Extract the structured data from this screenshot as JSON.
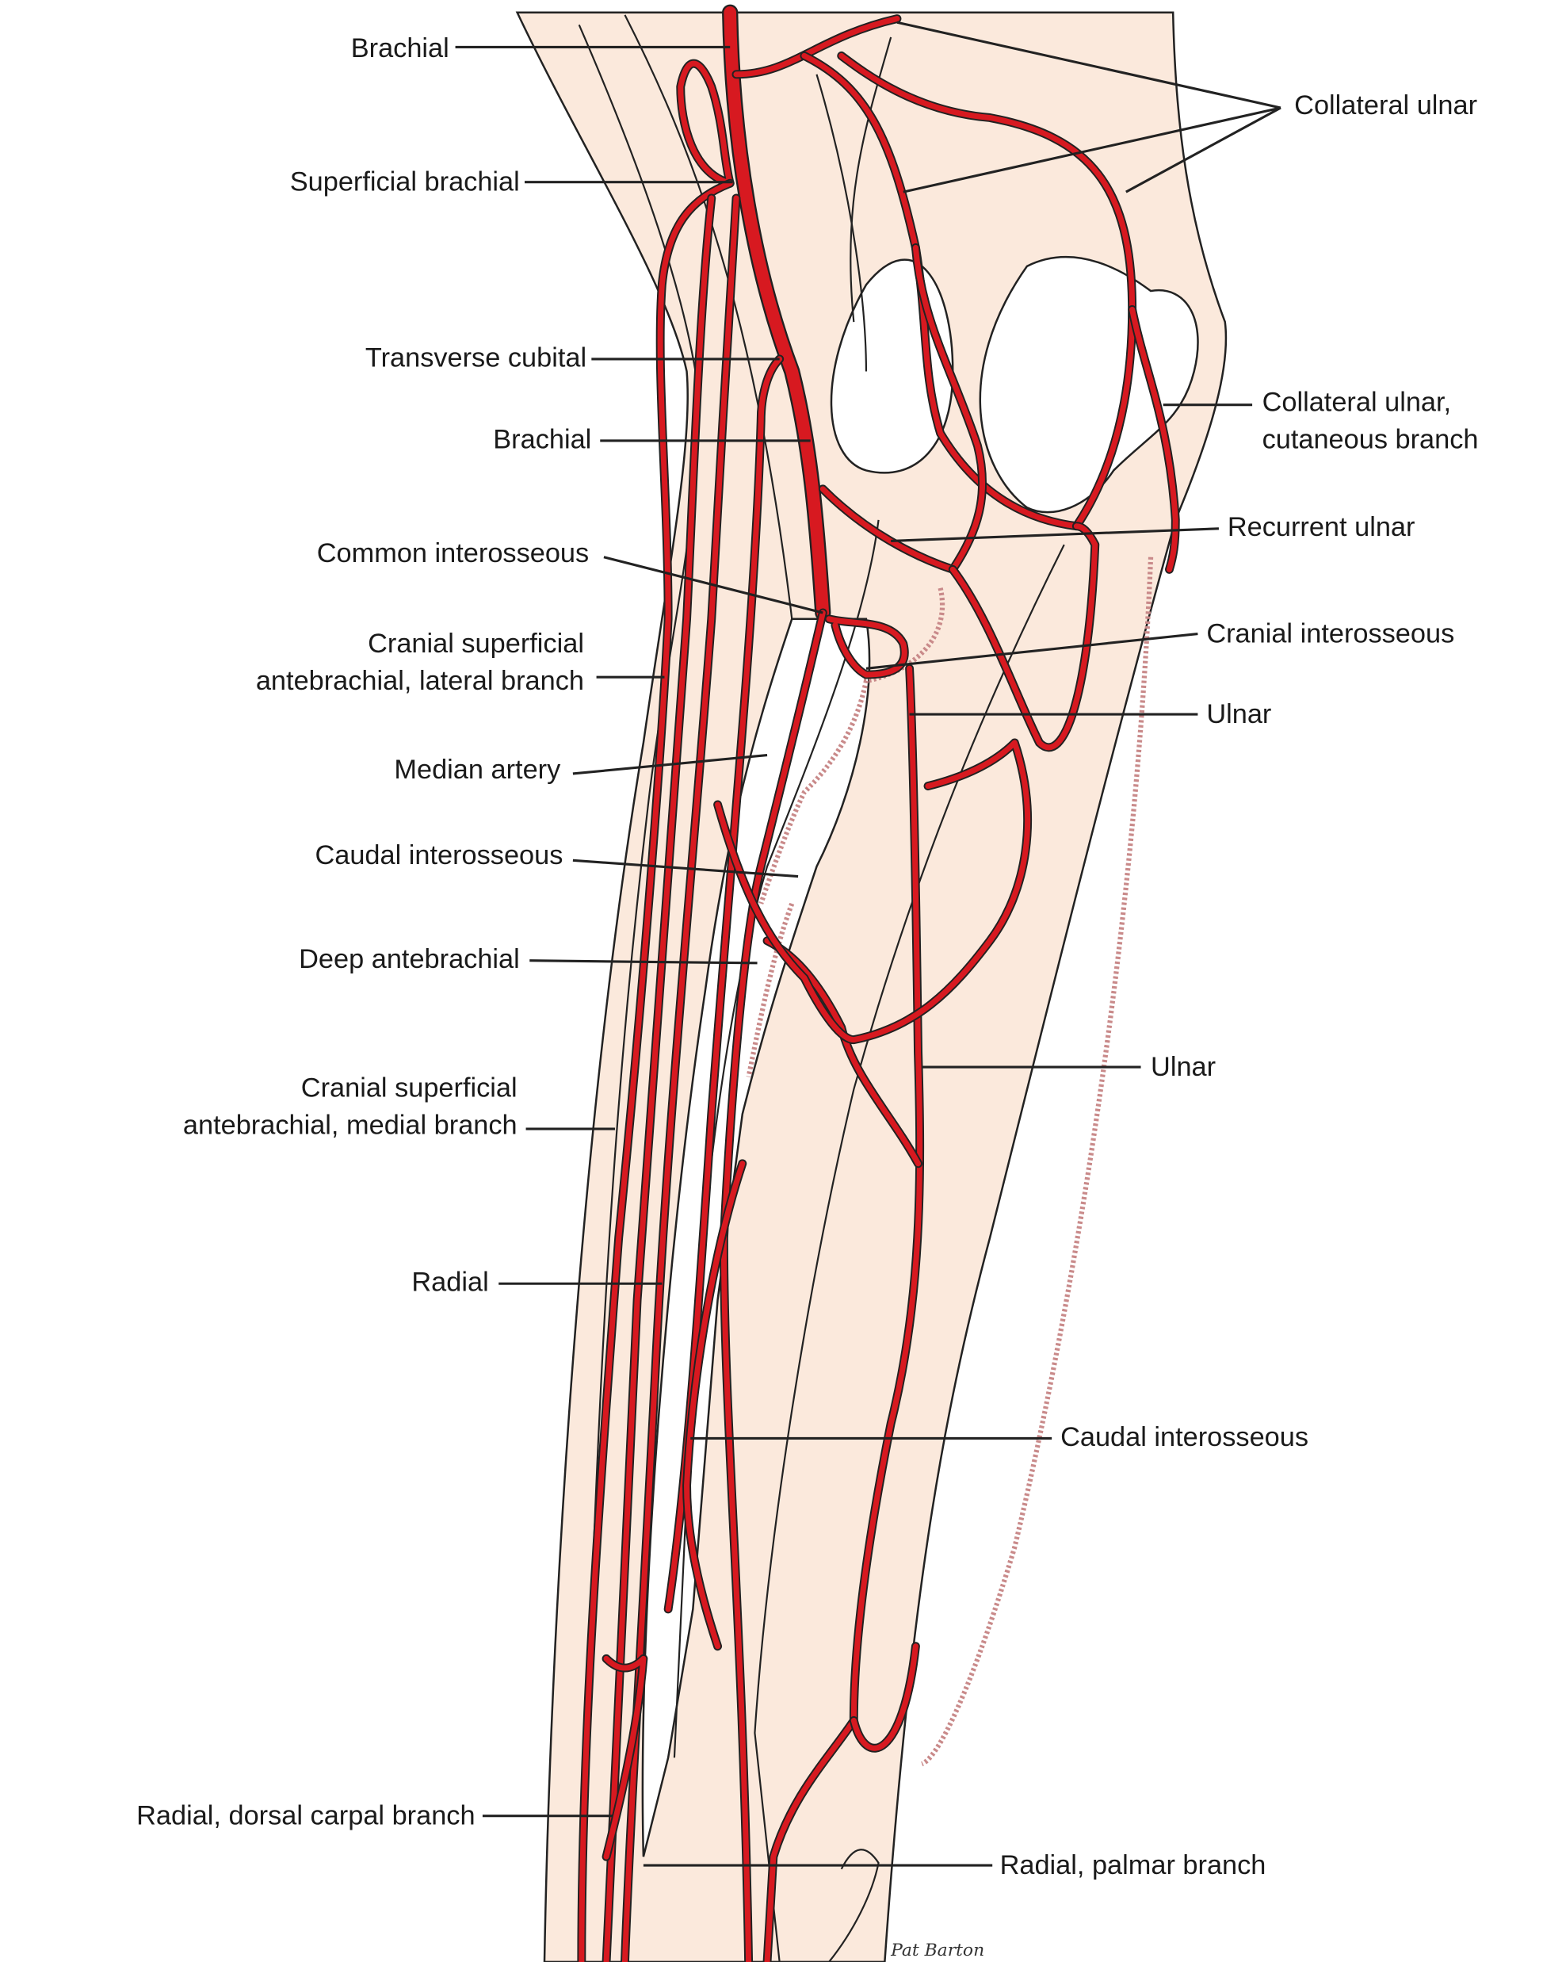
{
  "figure": {
    "colors": {
      "artery": "#d71920",
      "skin": "#fbe9dc",
      "outline": "#222222"
    },
    "labels_left": [
      {
        "id": "brachial_upper",
        "text": "Brachial"
      },
      {
        "id": "superficial_brachial",
        "text": "Superficial brachial"
      },
      {
        "id": "transverse_cubital",
        "text": "Transverse cubital"
      },
      {
        "id": "brachial_lower",
        "text": "Brachial"
      },
      {
        "id": "common_interosseous",
        "text": "Common interosseous"
      },
      {
        "id": "cranial_sup_lat",
        "lines": [
          "Cranial superficial",
          "antebrachial, lateral branch"
        ]
      },
      {
        "id": "median_artery",
        "text": "Median artery"
      },
      {
        "id": "caudal_interosseous_upper",
        "text": "Caudal interosseous"
      },
      {
        "id": "deep_antebrachial",
        "text": "Deep antebrachial"
      },
      {
        "id": "cranial_sup_med",
        "lines": [
          "Cranial superficial",
          "antebrachial, medial branch"
        ]
      },
      {
        "id": "radial",
        "text": "Radial"
      },
      {
        "id": "radial_dorsal_carpal",
        "text": "Radial, dorsal carpal branch"
      }
    ],
    "labels_right": [
      {
        "id": "collateral_ulnar",
        "text": "Collateral ulnar"
      },
      {
        "id": "collateral_ulnar_cut",
        "lines": [
          "Collateral ulnar,",
          "cutaneous branch"
        ]
      },
      {
        "id": "recurrent_ulnar",
        "text": "Recurrent ulnar"
      },
      {
        "id": "cranial_interosseous",
        "text": "Cranial interosseous"
      },
      {
        "id": "ulnar_upper",
        "text": "Ulnar"
      },
      {
        "id": "ulnar_lower",
        "text": "Ulnar"
      },
      {
        "id": "caudal_interosseous_lower",
        "text": "Caudal interosseous"
      },
      {
        "id": "radial_palmar",
        "text": "Radial, palmar branch"
      }
    ],
    "signature": "Pat Barton"
  }
}
